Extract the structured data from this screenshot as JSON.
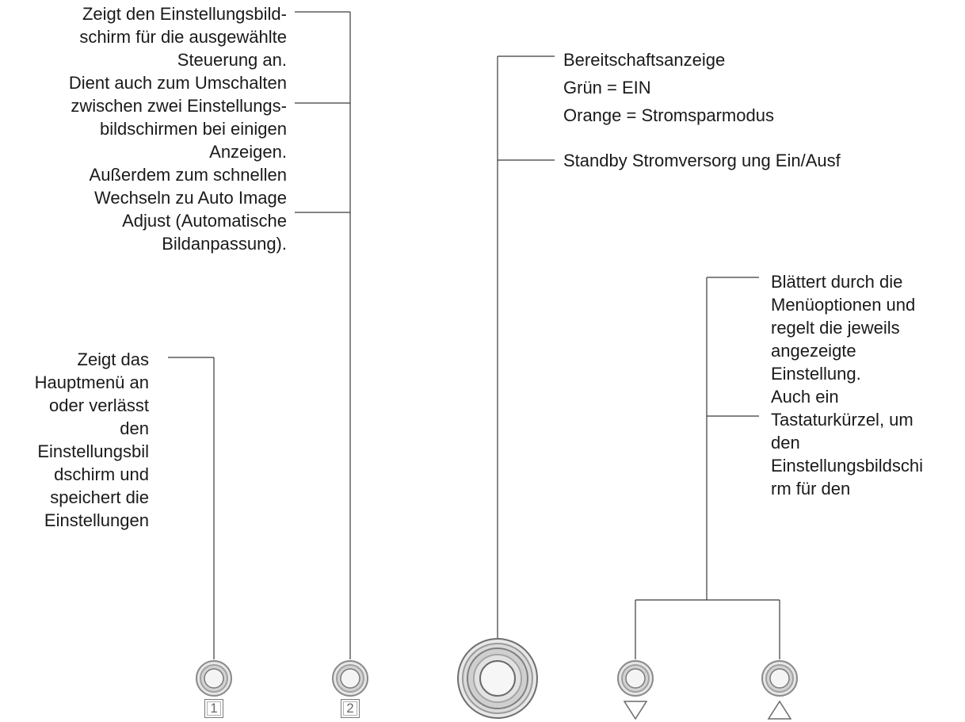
{
  "callouts": {
    "button2": [
      "Zeigt den Einstellungsbild-",
      "schirm für die ausgewählte",
      "Steuerung an.",
      "Dient auch zum Umschalten",
      "zwischen zwei Einstellungs-",
      "bildschirmen bei einigen",
      "Anzeigen.",
      "Außerdem zum schnellen",
      "Wechseln zu Auto Image",
      "Adjust (Automatische",
      "Bildanpassung)."
    ],
    "button1": [
      "Zeigt das",
      "Hauptmenü an",
      "oder verlässt",
      "den",
      "Einstellungsbil",
      "dschirm und",
      "speichert die",
      "Einstellungen"
    ],
    "power": [
      "Bereitschaftsanzeige",
      "Grün = EIN",
      "Orange = Stromsparmodus"
    ],
    "power_switch": "Standby Stromversorg ung Ein/Ausf",
    "arrows": [
      "Blättert durch die",
      "Menüoptionen und",
      "regelt die jeweils",
      "angezeigte",
      "Einstellung.",
      "Auch ein",
      "Tastaturkürzel, um",
      "den",
      "Einstellungsbildschi",
      "rm für den"
    ]
  },
  "buttons": {
    "key1_label": "1",
    "key2_label": "2",
    "down_symbol": "▽",
    "up_symbol": "△"
  },
  "colors": {
    "line": "#3a3a3a",
    "button_ring": "#8a8a8a",
    "button_face": "#f4f4f4"
  },
  "icons": [
    "menu-button-icon",
    "button-2-icon",
    "power-button-icon",
    "down-button-icon",
    "up-button-icon"
  ]
}
